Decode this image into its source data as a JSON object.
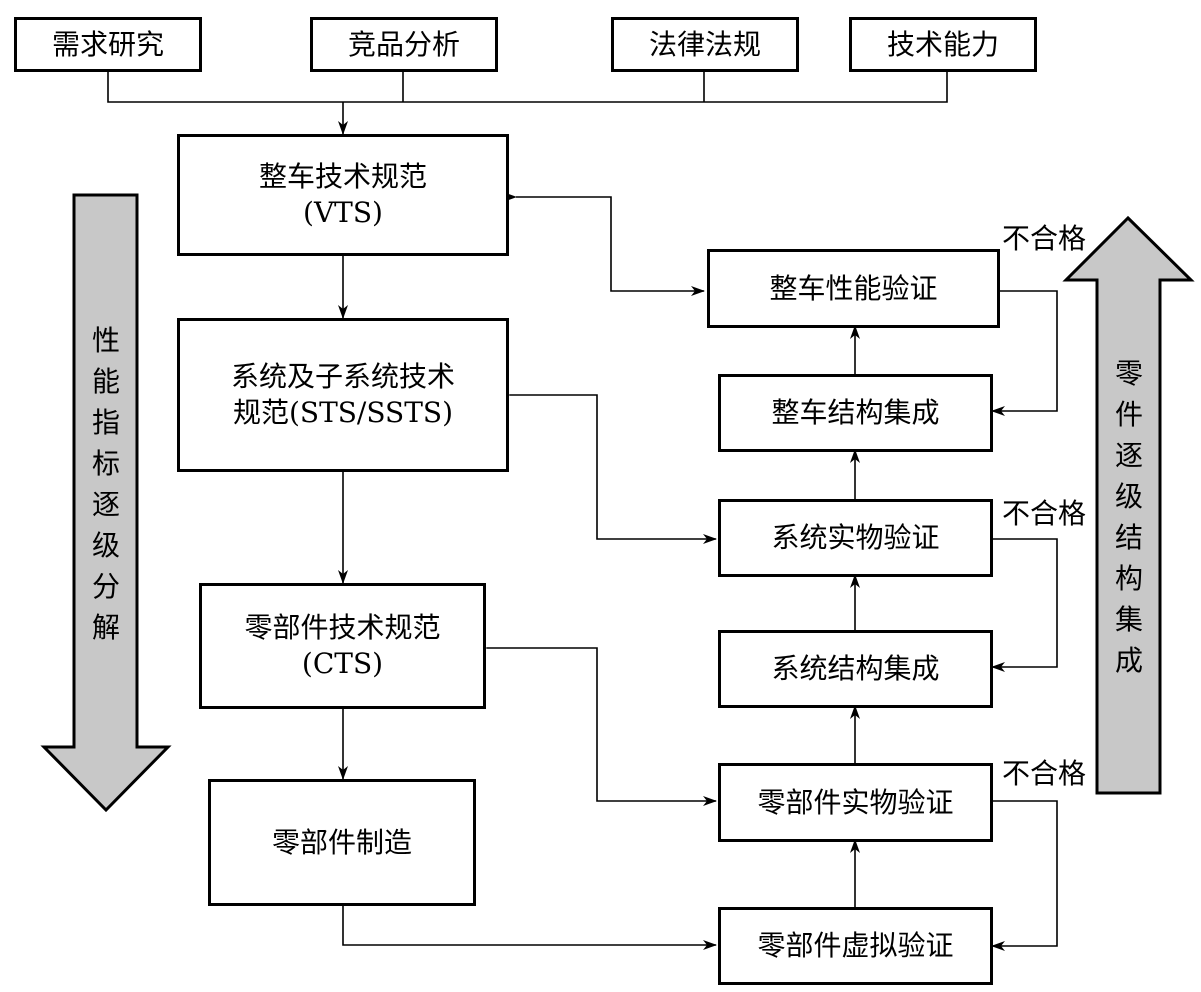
{
  "inputs": [
    "需求研究",
    "竞品分析",
    "法律法规",
    "技术能力"
  ],
  "vts": {
    "line1": "整车技术规范",
    "line2": "(VTS)"
  },
  "sts": {
    "line1": "系统及子系统技术",
    "line2": "规范(STS/SSTS)"
  },
  "cts": {
    "line1": "零部件技术规范",
    "line2": "(CTS)"
  },
  "manufacture": "零部件制造",
  "right_boxes": {
    "vehicle_perf_verify": "整车性能验证",
    "vehicle_struct_integ": "整车结构集成",
    "system_physical_verify": "系统实物验证",
    "system_struct_integ": "系统结构集成",
    "part_physical_verify": "零部件实物验证",
    "part_virtual_verify": "零部件虚拟验证"
  },
  "fail_label": "不合格",
  "left_arrow_text": [
    "性",
    "能",
    "指",
    "标",
    "逐",
    "级",
    "分",
    "解"
  ],
  "right_arrow_text": [
    "零",
    "件",
    "逐",
    "级",
    "结",
    "构",
    "集",
    "成"
  ],
  "colors": {
    "arrow_fill": "#c8c8c8",
    "stroke": "#000000"
  }
}
